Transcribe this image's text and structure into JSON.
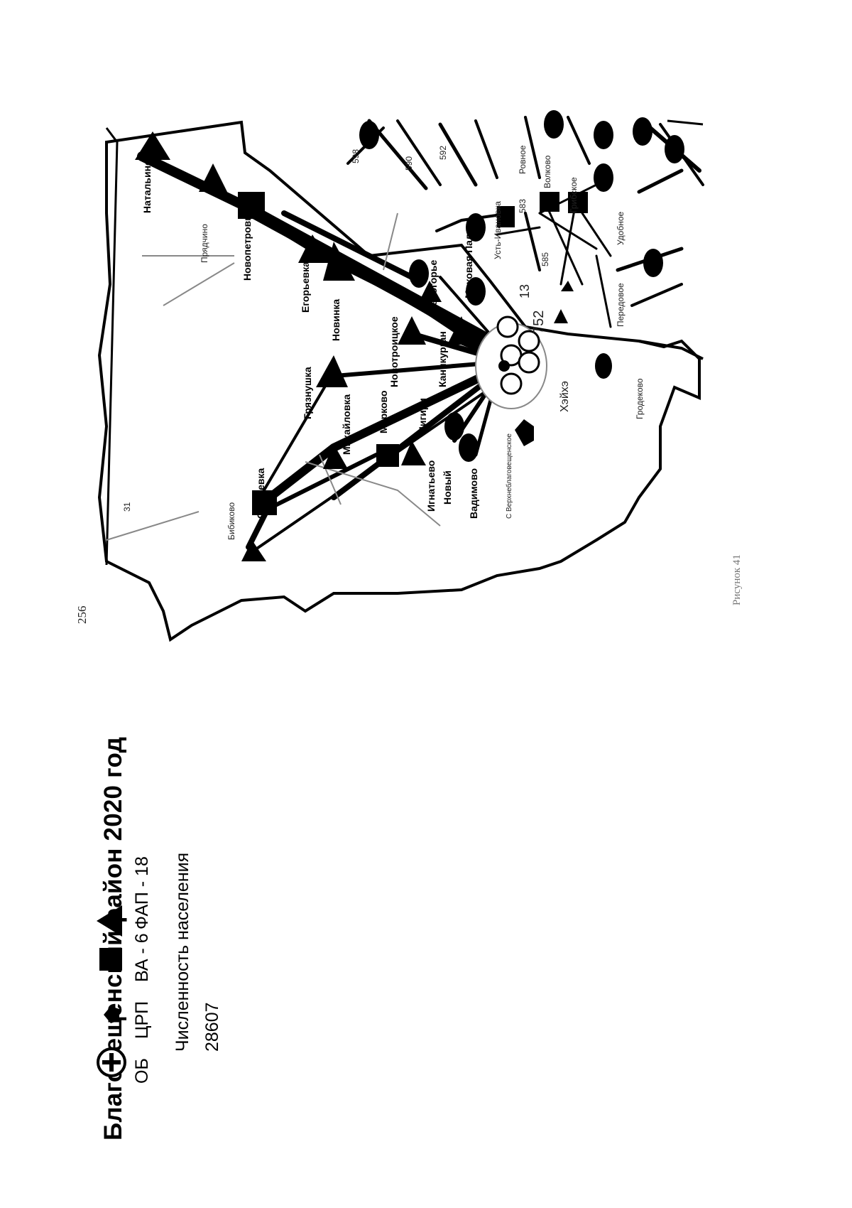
{
  "page_number": "256",
  "title": "Благовещенский район 2020 год",
  "population": {
    "label": "Численность населения",
    "value": "28607"
  },
  "legend": [
    {
      "icon": "circle-plus-icon",
      "label": "ОБ"
    },
    {
      "icon": "pentagon-icon",
      "label": "ЦРП"
    },
    {
      "icon": "square-icon",
      "label": "ВА - 6"
    },
    {
      "icon": "triangle-icon",
      "label": "ФАП - 18"
    }
  ],
  "caption": "Рисунок 41",
  "map": {
    "settlements": [
      {
        "name": "Натальино",
        "type": "fap"
      },
      {
        "name": "Прядчино",
        "type": "fap"
      },
      {
        "name": "Новопетровка",
        "type": "va"
      },
      {
        "name": "Егорьевка",
        "type": "fap"
      },
      {
        "name": "Новинка",
        "type": "fap"
      },
      {
        "name": "Грязнушка",
        "type": "fap"
      },
      {
        "name": "Новотроицкое",
        "type": "fap"
      },
      {
        "name": "Каникурган",
        "type": "fap"
      },
      {
        "name": "Белогорье",
        "type": "fap"
      },
      {
        "name": "Моховая Падь",
        "type": "fap"
      },
      {
        "name": "Усть-Ивановка",
        "type": "va"
      },
      {
        "name": "Ровное",
        "type": "label"
      },
      {
        "name": "Волково",
        "type": "va"
      },
      {
        "name": "Грибское",
        "type": "va"
      },
      {
        "name": "Передовое",
        "type": "label"
      },
      {
        "name": "Удобное",
        "type": "label"
      },
      {
        "name": "Гродеково",
        "type": "label"
      },
      {
        "name": "Сергеевка",
        "type": "va"
      },
      {
        "name": "Михайловка",
        "type": "fap"
      },
      {
        "name": "Марково",
        "type": "va"
      },
      {
        "name": "Чигири",
        "type": "fap"
      },
      {
        "name": "Игнатьево",
        "type": "fap"
      },
      {
        "name": "Новый",
        "type": "label"
      },
      {
        "name": "Вадимово",
        "type": "label"
      },
      {
        "name": "Бибиково",
        "type": "fap"
      },
      {
        "name": "С Верхнеблаговещенское",
        "type": "crp"
      },
      {
        "name": "Хэйхэ",
        "type": "label"
      }
    ],
    "road_numbers": [
      "752",
      "585",
      "13",
      "31",
      "598",
      "592",
      "590",
      "583"
    ]
  }
}
